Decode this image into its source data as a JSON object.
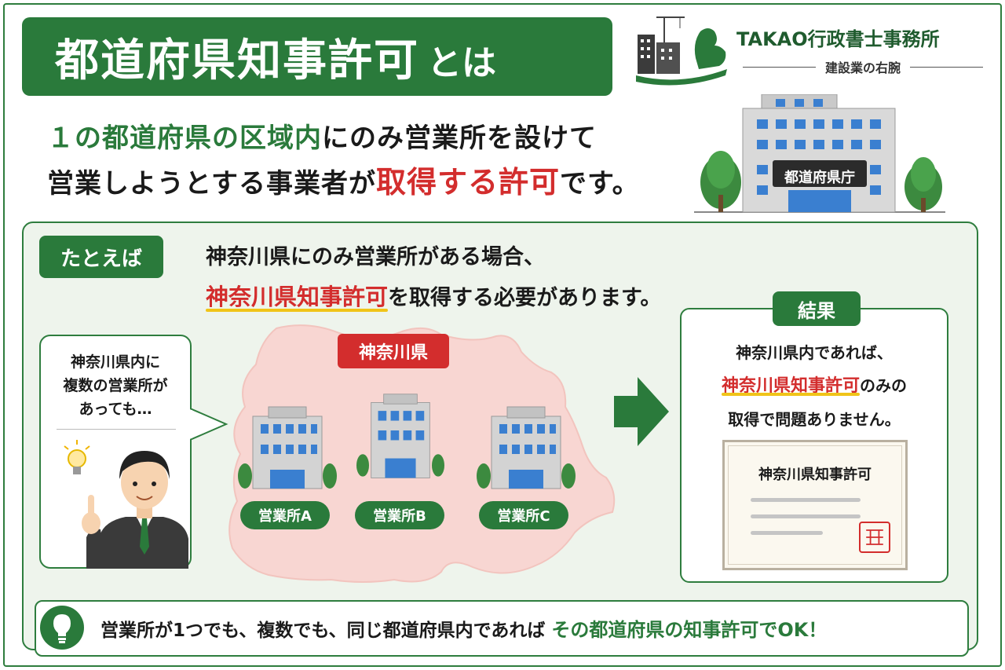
{
  "title": {
    "main": "都道府県知事許可",
    "suffix": "とは"
  },
  "logo": {
    "name": "TAKAO行政書士事務所",
    "tagline": "建設業の右腕",
    "icon": "flexed-arm-building-icon"
  },
  "intro": {
    "line1_green": "１の都道府県の区域内",
    "line1_rest": "にのみ営業所を設けて",
    "line2_start": "営業しようとする事業者が",
    "line2_red": "取得する許可",
    "line2_end": "です。"
  },
  "government_building": {
    "sign": "都道府県庁",
    "icon": "government-building-icon"
  },
  "example": {
    "badge": "たとえば",
    "line1": "神奈川県にのみ営業所がある場合、",
    "line2_red": "神奈川県知事許可",
    "line2_rest": "を取得する必要があります。"
  },
  "bubble": {
    "lines": [
      "神奈川県内に",
      "複数の営業所が",
      "あっても…"
    ],
    "icon": "businessman-lightbulb-icon"
  },
  "map": {
    "label": "神奈川県",
    "offices": [
      "営業所A",
      "営業所B",
      "営業所C"
    ],
    "icon": "office-building-icon"
  },
  "result": {
    "badge": "結果",
    "line1": "神奈川県内であれば、",
    "line2_red": "神奈川県知事許可",
    "line2_rest": "のみの",
    "line3": "取得で問題ありません。",
    "certificate_title": "神奈川県知事許可"
  },
  "footer": {
    "icon": "lightbulb-icon",
    "text": "営業所が1つでも、複数でも、同じ都道府県内であれば",
    "highlight": "その都道府県の知事許可でOK！"
  },
  "colors": {
    "green": "#2a7a3b",
    "red": "#d32d2d",
    "underline": "#f0c419",
    "panel": "#eef4ec",
    "map": "#f8d6d2"
  }
}
